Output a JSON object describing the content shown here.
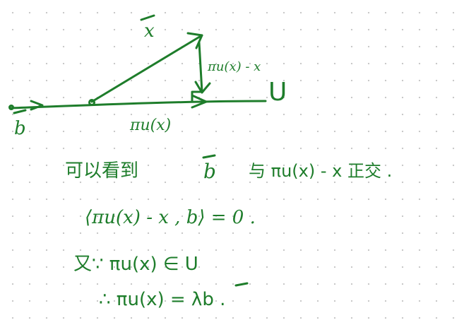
{
  "ink_color": "#1e7d2b",
  "labels": {
    "x_vec": "x",
    "proj_minus_x": "πu(x) - x",
    "subspace": "U",
    "b_vec": "b",
    "proj_x": "πu(x)"
  },
  "notes": {
    "line1_lead": "可以看到",
    "line1_b": "b",
    "line1_rest": "与 πu(x) - x 正交 .",
    "line2": "⟨πu(x) - x , b⟩ = 0 .",
    "line3": "又∵ πu(x) ∈ U",
    "line4": "∴ πu(x) = λb ."
  }
}
